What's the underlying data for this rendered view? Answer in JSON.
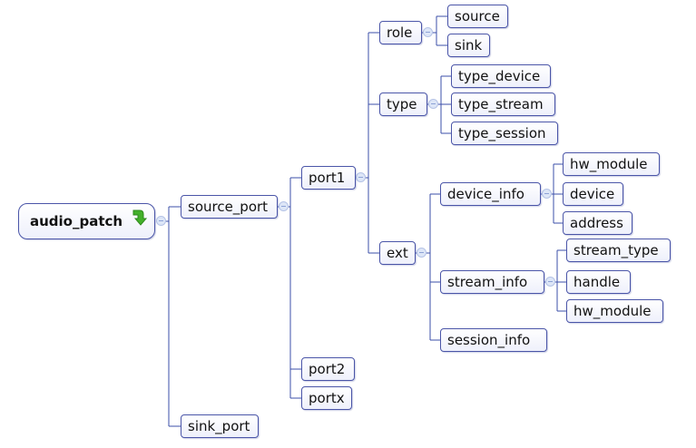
{
  "nodes": {
    "audio_patch": "audio_patch",
    "source_port": "source_port",
    "sink_port": "sink_port",
    "port1": "port1",
    "port2": "port2",
    "portx": "portx",
    "role": "role",
    "type": "type",
    "ext": "ext",
    "source": "source",
    "sink": "sink",
    "type_device": "type_device",
    "type_stream": "type_stream",
    "type_session": "type_session",
    "device_info": "device_info",
    "stream_info": "stream_info",
    "session_info": "session_info",
    "hw_module_device": "hw_module",
    "device": "device",
    "address": "address",
    "stream_type": "stream_type",
    "handle": "handle",
    "hw_module_stream": "hw_module"
  },
  "colors": {
    "node_border": "#4a55a8",
    "connector": "#3b4fa8",
    "arrow": "#43b02a"
  },
  "icons": {
    "root_indicator": "green-down-arrow-icon"
  }
}
